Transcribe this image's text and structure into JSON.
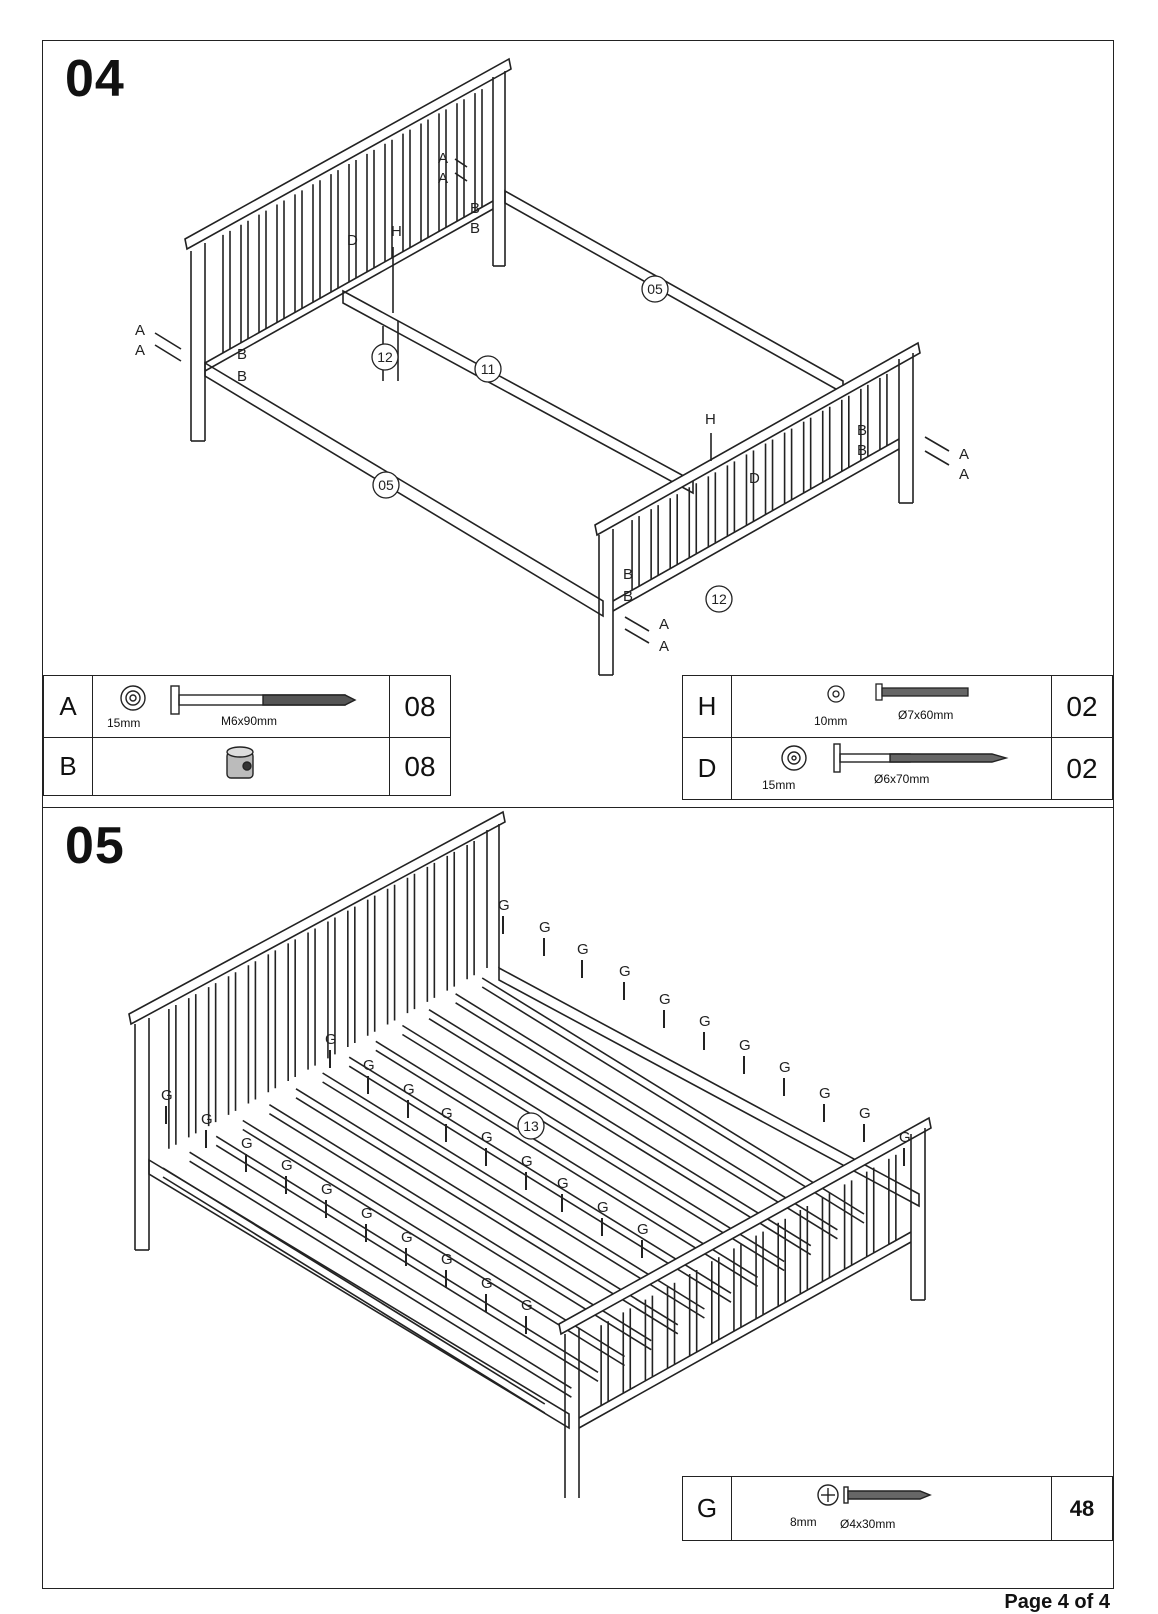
{
  "page_label": "Page 4 of 4",
  "step4": {
    "number": "04",
    "labels": {
      "A": "A",
      "B": "B",
      "D": "D",
      "H": "H",
      "p05": "05",
      "p11": "11",
      "p12": "12"
    },
    "parts": [
      {
        "code": "A",
        "washer": "15mm",
        "size": "M6x90mm",
        "qty": "08"
      },
      {
        "code": "B",
        "qty": "08"
      },
      {
        "code": "H",
        "washer": "10mm",
        "size": "Ø7x60mm",
        "qty": "02"
      },
      {
        "code": "D",
        "washer": "15mm",
        "size": "Ø6x70mm",
        "qty": "02"
      }
    ]
  },
  "step5": {
    "number": "05",
    "labels": {
      "G": "G",
      "p13": "13"
    },
    "parts": [
      {
        "code": "G",
        "washer": "8mm",
        "size": "Ø4x30mm",
        "qty": "48"
      }
    ]
  }
}
